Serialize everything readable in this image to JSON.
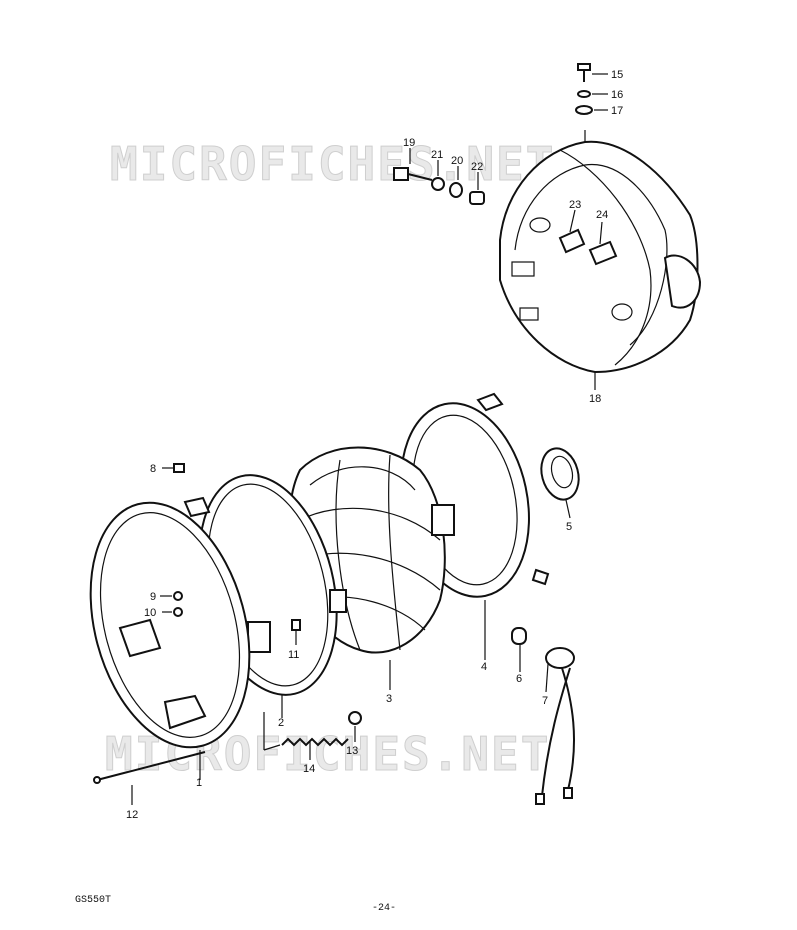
{
  "watermarks": [
    "MICROFICHES.NET",
    "MICROFICHES.NET"
  ],
  "callouts": [
    {
      "id": "c1",
      "text": "1"
    },
    {
      "id": "c2",
      "text": "2"
    },
    {
      "id": "c3",
      "text": "3"
    },
    {
      "id": "c4",
      "text": "4"
    },
    {
      "id": "c5",
      "text": "5"
    },
    {
      "id": "c6",
      "text": "6"
    },
    {
      "id": "c7",
      "text": "7"
    },
    {
      "id": "c8",
      "text": "8"
    },
    {
      "id": "c9",
      "text": "9"
    },
    {
      "id": "c10",
      "text": "10"
    },
    {
      "id": "c11",
      "text": "11"
    },
    {
      "id": "c12",
      "text": "12"
    },
    {
      "id": "c13",
      "text": "13"
    },
    {
      "id": "c14",
      "text": "14"
    },
    {
      "id": "c15",
      "text": "15"
    },
    {
      "id": "c16",
      "text": "16"
    },
    {
      "id": "c17",
      "text": "17"
    },
    {
      "id": "c18",
      "text": "18"
    },
    {
      "id": "c19",
      "text": "19"
    },
    {
      "id": "c20",
      "text": "20"
    },
    {
      "id": "c21",
      "text": "21"
    },
    {
      "id": "c22",
      "text": "22"
    },
    {
      "id": "c23",
      "text": "23"
    },
    {
      "id": "c24",
      "text": "24"
    }
  ],
  "footer": {
    "model_code": "GS550T",
    "page_number": "-24-"
  }
}
